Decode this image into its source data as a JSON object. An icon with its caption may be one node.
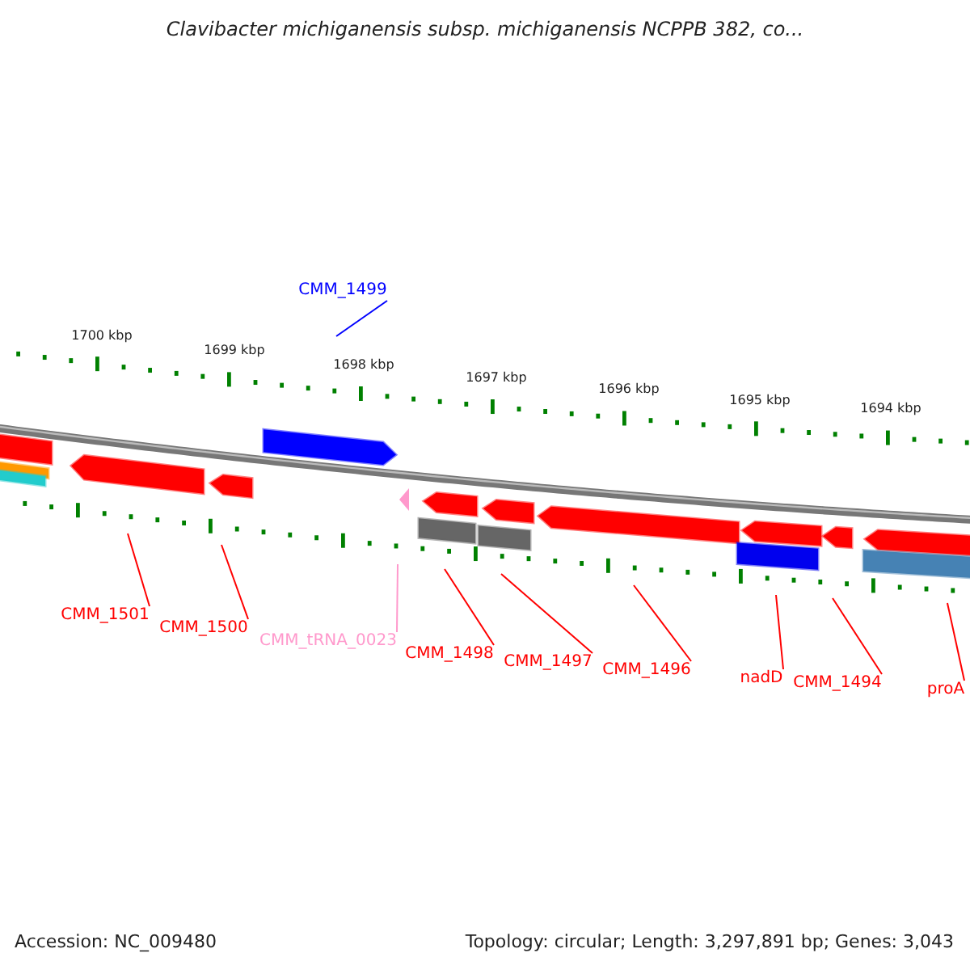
{
  "diagram": {
    "title": "Clavibacter michiganensis subsp. michiganensis NCPPB 382, co...",
    "nodes": [
      {
        "text": [
          "CMM_1499"
        ]
      },
      {
        "text": [
          "CMM_1501"
        ]
      },
      {
        "text": [
          "CMM_1500"
        ]
      },
      {
        "text": [
          "CMM_tRNA_0023"
        ]
      },
      {
        "text": [
          "CMM_1498"
        ]
      },
      {
        "text": [
          "CMM_1497"
        ]
      },
      {
        "text": [
          "CMM_1496"
        ]
      },
      {
        "text": [
          "nadD"
        ]
      },
      {
        "text": [
          "CMM_1494"
        ]
      },
      {
        "text": [
          "proA"
        ]
      }
    ],
    "edges": [
      {
        "from": 0,
        "to": null,
        "arrow": "none",
        "color": "#0000ff"
      },
      {
        "from": 1,
        "to": null,
        "arrow": "none"
      },
      {
        "from": 2,
        "to": null,
        "arrow": "none"
      },
      {
        "from": 3,
        "to": null,
        "arrow": "none",
        "color": "#ff99cc"
      },
      {
        "from": 4,
        "to": null,
        "arrow": "none"
      },
      {
        "from": 5,
        "to": null,
        "arrow": "none"
      },
      {
        "from": 6,
        "to": null,
        "arrow": "none"
      },
      {
        "from": 7,
        "to": null,
        "arrow": "none"
      },
      {
        "from": 8,
        "to": null,
        "arrow": "none"
      },
      {
        "from": 9,
        "to": null,
        "arrow": "none"
      }
    ],
    "labels": [
      "1700 kbp",
      "1699 kbp",
      "1698 kbp",
      "1697 kbp",
      "1696 kbp",
      "1695 kbp",
      "1694 kbp",
      "Accession: NC_009480",
      "Topology: circular; Length: 3,297,891 bp; Genes: 3,043"
    ]
  }
}
